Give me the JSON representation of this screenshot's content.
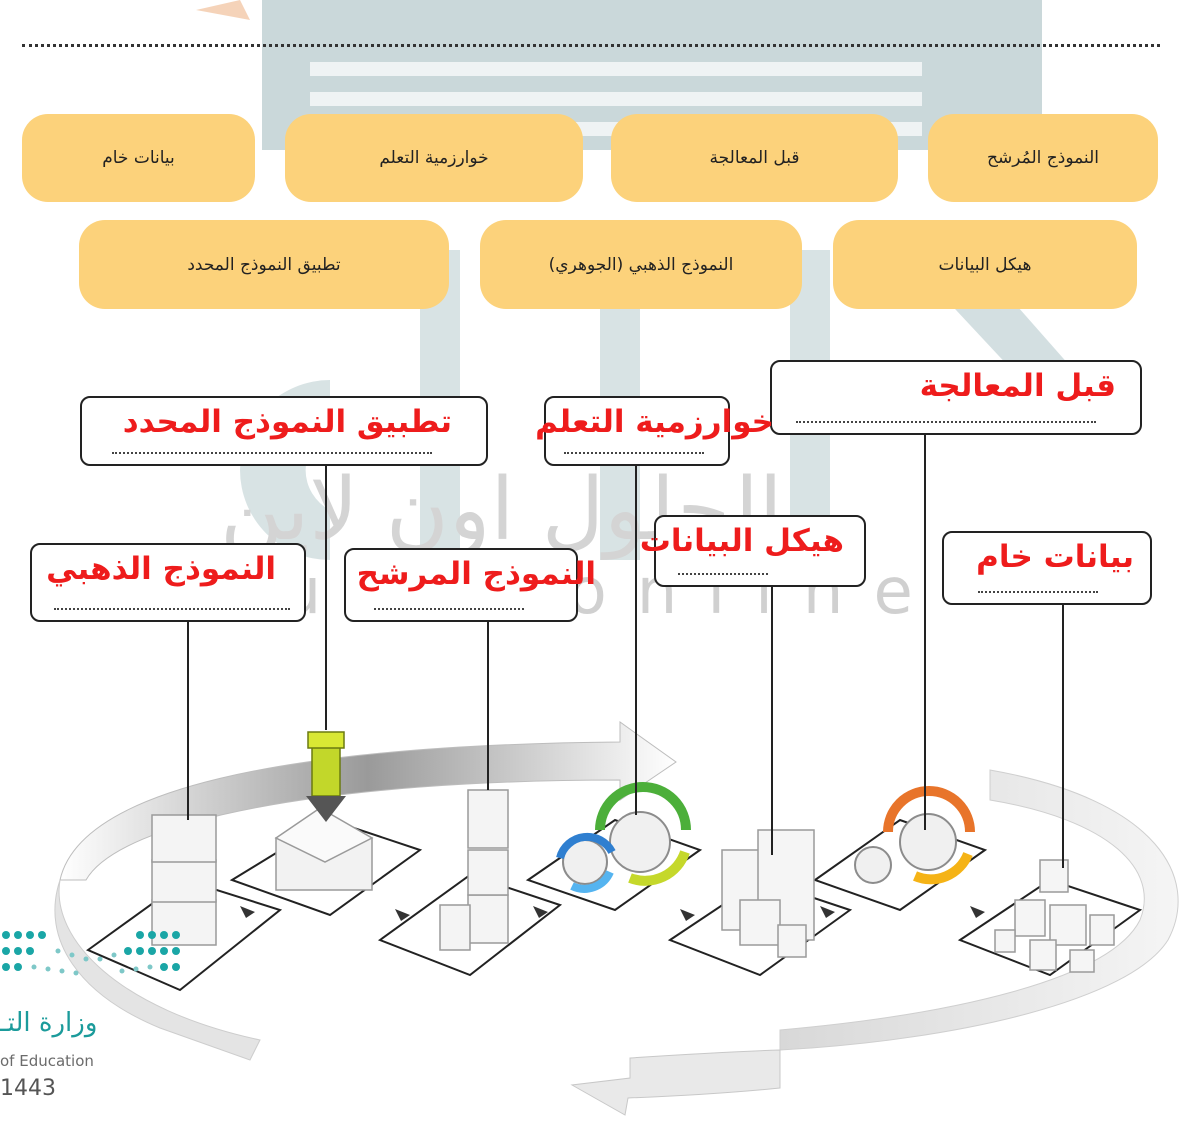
{
  "options": [
    {
      "text": "النموذج المُرشح"
    },
    {
      "text": "قبل المعالجة"
    },
    {
      "text": "خوارزمية التعلم"
    },
    {
      "text": "بيانات خام"
    },
    {
      "text": "هيكل البيانات"
    },
    {
      "text": "النموذج الذهبي (الجوهري)"
    },
    {
      "text": "تطبيق النموذج المحدد"
    }
  ],
  "labels": [
    {
      "answer": "قبل المعالجة"
    },
    {
      "answer": "تطبيق النموذج المحدد"
    },
    {
      "answer": "خوارزمية التعلم"
    },
    {
      "answer": "بيانات خام"
    },
    {
      "answer": "هيكل البيانات"
    },
    {
      "answer": "النموذج المرشح"
    },
    {
      "answer": "النموذج الذهبي"
    }
  ],
  "watermark": {
    "arabic": "الحلول اون لاين",
    "latin": "hulul online"
  },
  "logo": {
    "ministry": "وزارة التـ",
    "english": "of Education",
    "year": "1443"
  },
  "colors": {
    "chip": "#fcd27b",
    "answer": "#ee1c1c",
    "watermark": "#8aa8ad"
  }
}
